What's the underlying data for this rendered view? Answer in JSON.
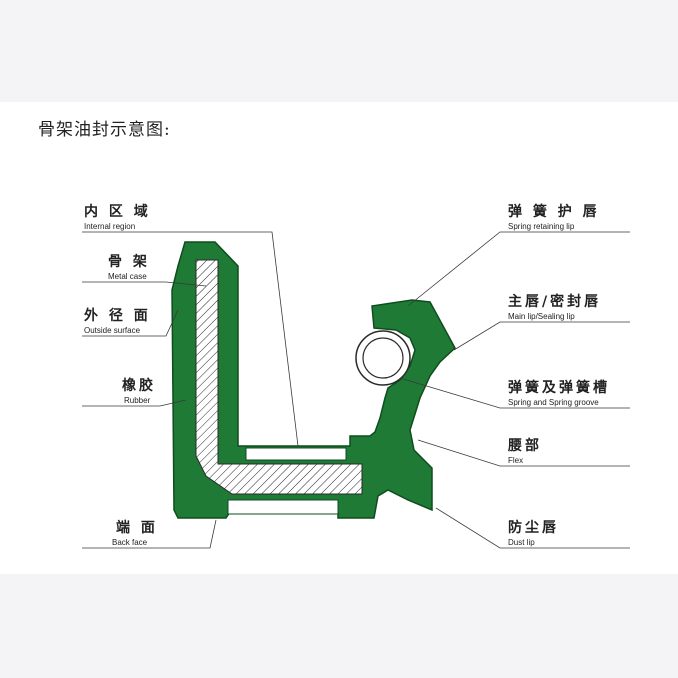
{
  "title": "骨架油封示意图:",
  "colors": {
    "rubber": "#1f7a35",
    "rubber_stroke": "#0f4d1f",
    "hatch": "#2a2a2a",
    "line": "#3a3a3a",
    "text": "#222222",
    "background": "#f4f4f6",
    "card": "#ffffff"
  },
  "labels": {
    "inner_region": {
      "zh": "内 区 域",
      "en": "Internal region"
    },
    "metal_case": {
      "zh": "骨 架",
      "en": "Metal case"
    },
    "outside_surface": {
      "zh": "外 径 面",
      "en": "Outside surface"
    },
    "rubber": {
      "zh": "橡胶",
      "en": "Rubber"
    },
    "back_face": {
      "zh": "端 面",
      "en": "Back face"
    },
    "spring_retaining_lip": {
      "zh": "弹 簧 护 唇",
      "en": "Spring retaining lip"
    },
    "main_lip": {
      "zh": "主唇/密封唇",
      "en": "Main lip/Sealing lip"
    },
    "spring_groove": {
      "zh": "弹簧及弹簧槽",
      "en": "Spring and Spring groove"
    },
    "flex": {
      "zh": "腰部",
      "en": "Flex"
    },
    "dust_lip": {
      "zh": "防尘唇",
      "en": "Dust lip"
    }
  }
}
